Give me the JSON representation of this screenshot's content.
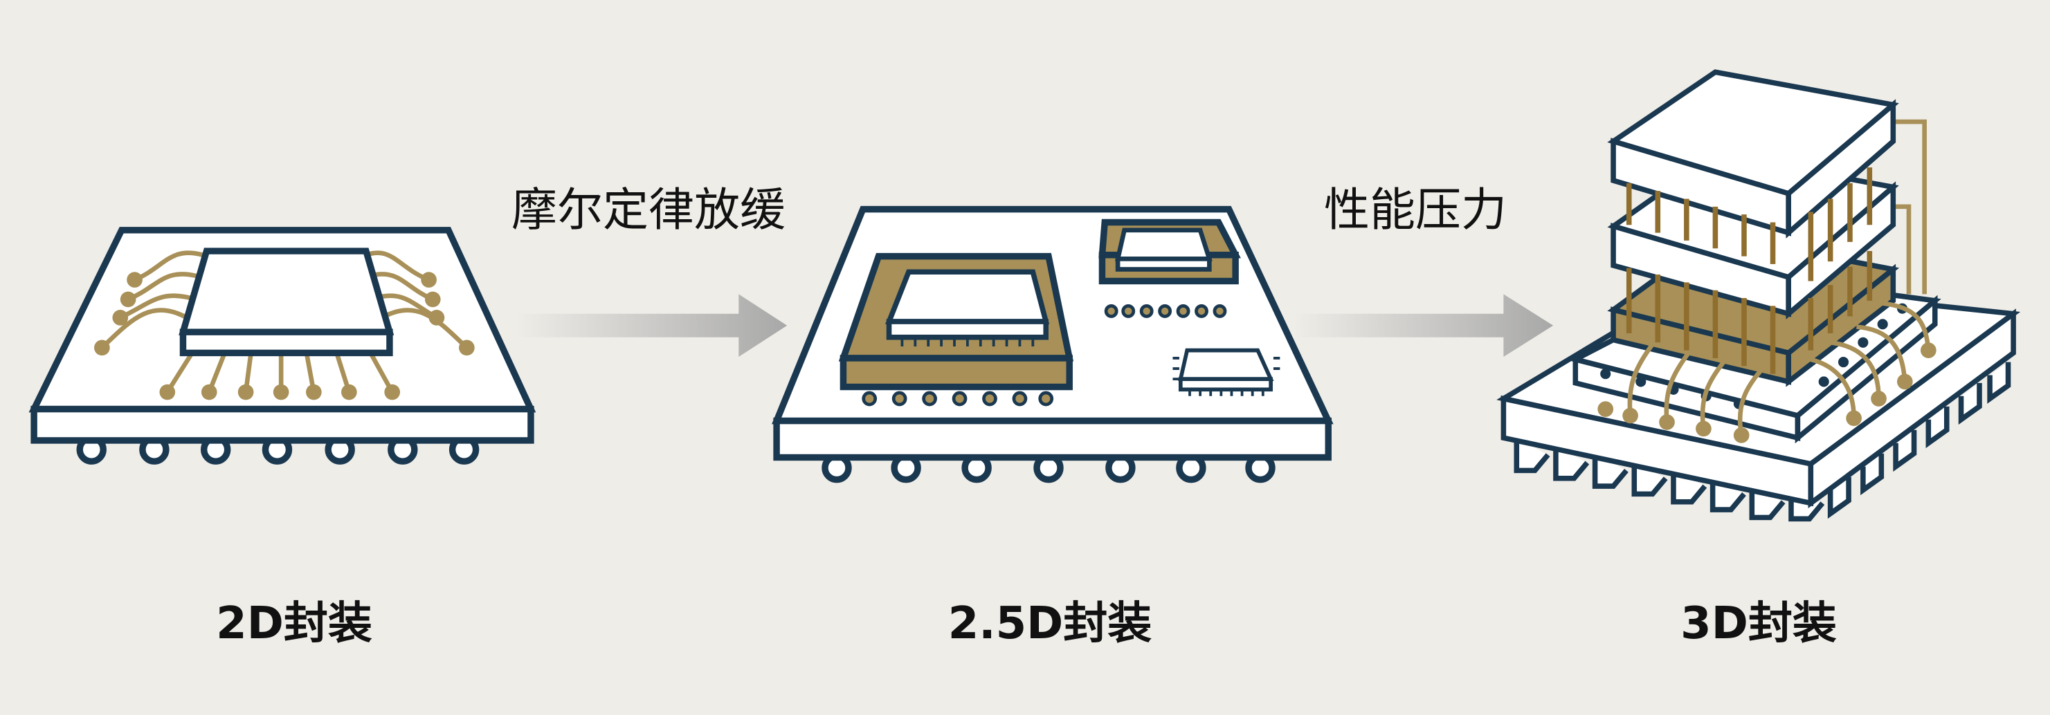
{
  "notes": {
    "moore": "摩尔定律放缓",
    "pressure": "性能压力"
  },
  "stages": [
    {
      "label": "2D封装"
    },
    {
      "label": "2.5D封装"
    },
    {
      "label": "3D封装"
    }
  ],
  "colors": {
    "background": "#efede8",
    "outline": "#1a3850",
    "gold": "#a89058",
    "gold_wire": "#8f6e2e",
    "arrow": "#a8a8a8"
  }
}
